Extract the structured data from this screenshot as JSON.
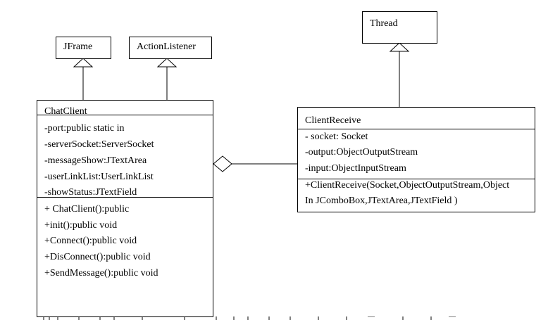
{
  "colors": {
    "line": "#000000",
    "background": "#ffffff"
  },
  "classes": {
    "jframe": {
      "name": "JFrame"
    },
    "action_listener": {
      "name": "ActionListener"
    },
    "thread": {
      "name": "Thread"
    },
    "chat_client": {
      "name": "ChatClient",
      "attributes": [
        "-port:public static in",
        "-serverSocket:ServerSocket",
        "-messageShow:JTextArea",
        "-userLinkList:UserLinkList",
        "-showStatus:JTextField"
      ],
      "methods": [
        "+ ChatClient():public",
        "+init():public void",
        "+Connect():public void",
        "+DisConnect():public void",
        "+SendMessage():public void"
      ]
    },
    "client_receive": {
      "name": "ClientReceive",
      "attributes": [
        "- socket: Socket",
        "-output:ObjectOutputStream",
        "-input:ObjectInputStream"
      ],
      "methods": [
        "+ClientReceive(Socket,ObjectOutputStream,Object",
        "In JComboBox,JTextArea,JTextField )"
      ]
    }
  },
  "relations": [
    {
      "type": "generalization",
      "from": "ChatClient",
      "to": "JFrame"
    },
    {
      "type": "generalization",
      "from": "ChatClient",
      "to": "ActionListener"
    },
    {
      "type": "generalization",
      "from": "ClientReceive",
      "to": "Thread"
    },
    {
      "type": "aggregation",
      "whole": "ChatClient",
      "part": "ClientReceive"
    }
  ]
}
